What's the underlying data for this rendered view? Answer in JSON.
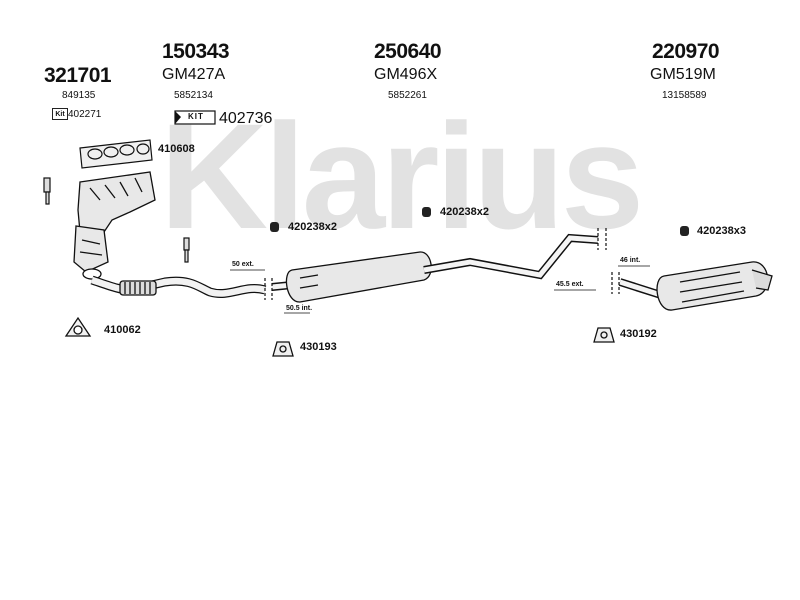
{
  "watermark": "Klarius",
  "groups": [
    {
      "part": "321701",
      "code": "",
      "oem": "849135",
      "kit_label": "Kit",
      "kit_number": "402271"
    },
    {
      "part": "150343",
      "code": "GM427A",
      "oem": "5852134",
      "kit_label": "KIT",
      "kit_number": "402736"
    },
    {
      "part": "250640",
      "code": "GM496X",
      "oem": "5852261"
    },
    {
      "part": "220970",
      "code": "GM519M",
      "oem": "13158589"
    }
  ],
  "callouts": {
    "gasket_set": "410608",
    "clamp_a": "420238x2",
    "clamp_b": "420238x2",
    "clamp_c": "420238x3",
    "gasket": "410062",
    "mount_a": "430193",
    "mount_b": "430192"
  },
  "dimensions": {
    "d1": "50 ext.",
    "d2": "50.5 int.",
    "d3": "46 int.",
    "d4": "45.5 ext."
  },
  "colors": {
    "ink": "#111111",
    "watermark": "#e2e2e2",
    "part_fill": "#eaeaea"
  }
}
